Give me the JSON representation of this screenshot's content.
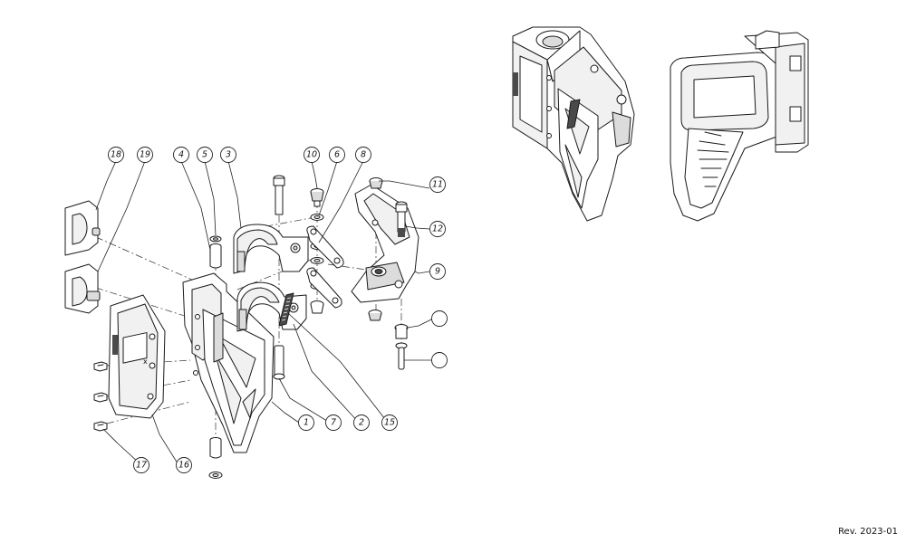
{
  "footer": {
    "revision": "Rev. 2023-01"
  },
  "callouts": [
    {
      "id": "c18",
      "label": "18"
    },
    {
      "id": "c19",
      "label": "19"
    },
    {
      "id": "c4",
      "label": "4"
    },
    {
      "id": "c5",
      "label": "5"
    },
    {
      "id": "c3",
      "label": "3"
    },
    {
      "id": "c10",
      "label": "10"
    },
    {
      "id": "c6",
      "label": "6"
    },
    {
      "id": "c8",
      "label": "8"
    },
    {
      "id": "c11",
      "label": "11"
    },
    {
      "id": "c12",
      "label": "12"
    },
    {
      "id": "c9",
      "label": "9"
    },
    {
      "id": "c1",
      "label": "1"
    },
    {
      "id": "c7",
      "label": "7"
    },
    {
      "id": "c2",
      "label": "2"
    },
    {
      "id": "c15",
      "label": "15"
    },
    {
      "id": "c16",
      "label": "16"
    },
    {
      "id": "c17",
      "label": "17"
    },
    {
      "id": "c13",
      "label": ""
    },
    {
      "id": "c14",
      "label": ""
    }
  ]
}
